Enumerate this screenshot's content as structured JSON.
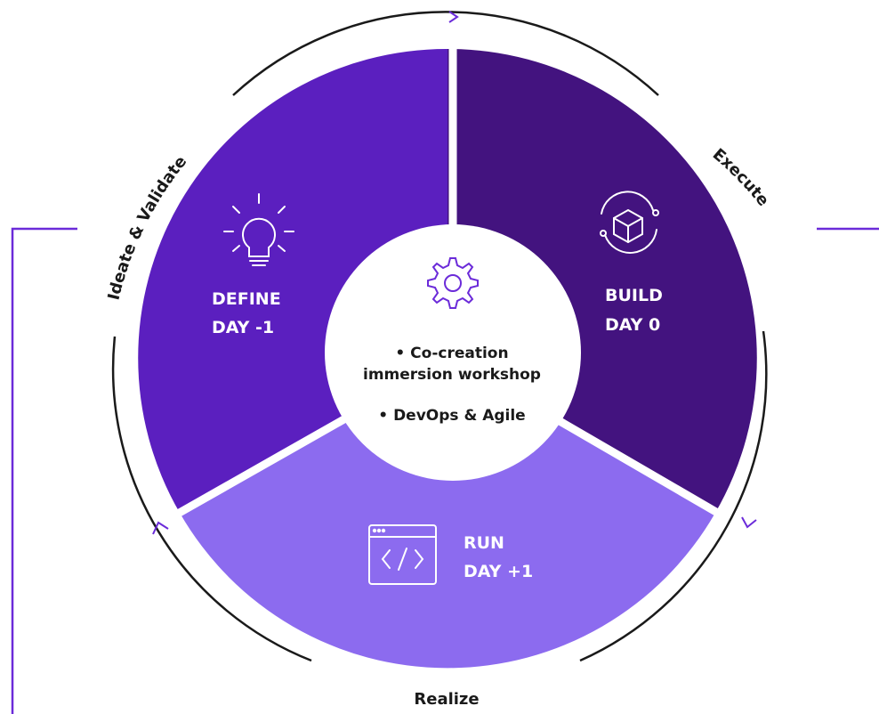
{
  "colors": {
    "define": "#5b1fbf",
    "build": "#43137f",
    "run": "#8c6bef",
    "ring": "#1a1a1a",
    "accent": "#6b2bd9",
    "center_bg": "#ffffff"
  },
  "segments": {
    "define": {
      "line1": "DEFINE",
      "line2": "DAY -1",
      "icon": "lightbulb-icon"
    },
    "build": {
      "line1": "BUILD",
      "line2": "DAY 0",
      "icon": "cube-cycle-icon"
    },
    "run": {
      "line1": "RUN",
      "line2": "DAY +1",
      "icon": "code-window-icon"
    }
  },
  "center": {
    "icon": "gear-icon",
    "item1_line1": "• Co-creation",
    "item1_line2": "immersion workshop",
    "item2": "• DevOps & Agile"
  },
  "ring_labels": {
    "ideate": "Ideate & Validate",
    "execute": "Execute",
    "realize": "Realize"
  }
}
